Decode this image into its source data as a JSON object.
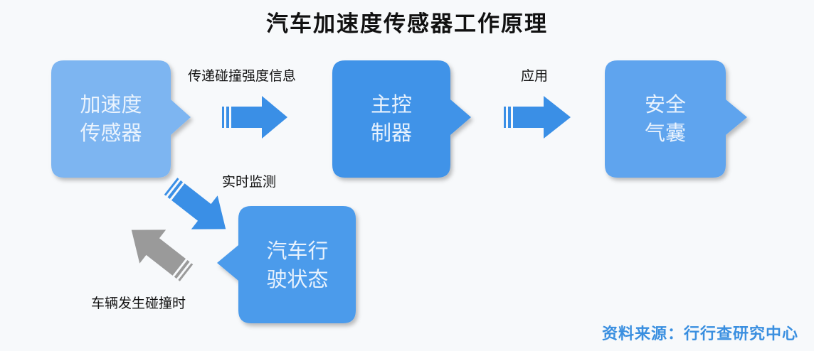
{
  "title": "汽车加速度传感器工作原理",
  "nodes": {
    "sensor": {
      "line1": "加速度",
      "line2": "传感器",
      "color": "#7db5f1"
    },
    "controller": {
      "line1": "主控",
      "line2": "制器",
      "color": "#3f93e8"
    },
    "airbag": {
      "line1": "安全",
      "line2": "气囊",
      "color": "#5ea4ee"
    },
    "driving_state": {
      "line1": "汽车行",
      "line2": "驶状态",
      "color": "#4c9beb"
    }
  },
  "edges": {
    "sensor_to_controller": "传递碰撞强度信息",
    "controller_to_airbag": "应用",
    "sensor_to_state": "实时监测",
    "state_to_sensor": "车辆发生碰撞时"
  },
  "source": "资料来源：行行查研究中心",
  "colors": {
    "arrow": "#3a8fe6",
    "arrow_grey": "#9a9a9a"
  }
}
